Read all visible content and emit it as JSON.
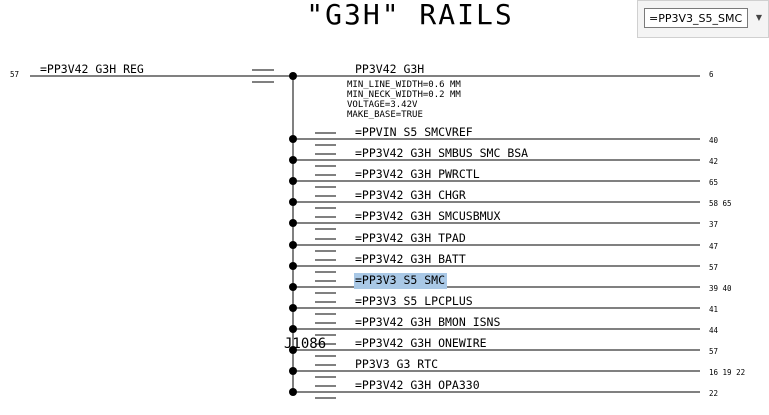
{
  "title": "\"G3H\" RAILS",
  "search": {
    "value": "=PP3V3_S5_SMC",
    "dropdown_icon": "chevron-down-icon"
  },
  "source_net": {
    "name": "=PP3V42 G3H REG",
    "page_ref": "57"
  },
  "main_net": {
    "name": "PP3V42 G3H",
    "page_ref": "6",
    "attributes": [
      "MIN_LINE_WIDTH=0.6 MM",
      "MIN_NECK_WIDTH=0.2 MM",
      "VOLTAGE=3.42V",
      "MAKE_BASE=TRUE"
    ]
  },
  "part_label": "J1086",
  "highlight_color": "#a9c8e6",
  "branches": [
    {
      "name": "=PPVIN S5 SMCVREF",
      "ref": "40",
      "highlighted": false
    },
    {
      "name": "=PP3V42_G3H_SMBUS_SMC_BSA",
      "ref": "42",
      "highlighted": false
    },
    {
      "name": "=PP3V42 G3H PWRCTL",
      "ref": "65",
      "highlighted": false
    },
    {
      "name": "=PP3V42 G3H CHGR",
      "ref": "58 65",
      "highlighted": false
    },
    {
      "name": "=PP3V42 G3H SMCUSBMUX",
      "ref": "37",
      "highlighted": false
    },
    {
      "name": "=PP3V42 G3H TPAD",
      "ref": "47",
      "highlighted": false
    },
    {
      "name": "=PP3V42_G3H_BATT",
      "ref": "57",
      "highlighted": false
    },
    {
      "name": "=PP3V3 S5 SMC",
      "ref": "39 40",
      "highlighted": true
    },
    {
      "name": "=PP3V3 S5 LPCPLUS",
      "ref": "41",
      "highlighted": false
    },
    {
      "name": "=PP3V42_G3H_BMON_ISNS",
      "ref": "44",
      "highlighted": false
    },
    {
      "name": "=PP3V42 G3H ONEWIRE",
      "ref": "57",
      "highlighted": false
    },
    {
      "name": "PP3V3 G3 RTC",
      "ref": "16 19 22",
      "highlighted": false
    },
    {
      "name": "=PP3V42_G3H_OPA330",
      "ref": "22",
      "highlighted": false
    }
  ]
}
